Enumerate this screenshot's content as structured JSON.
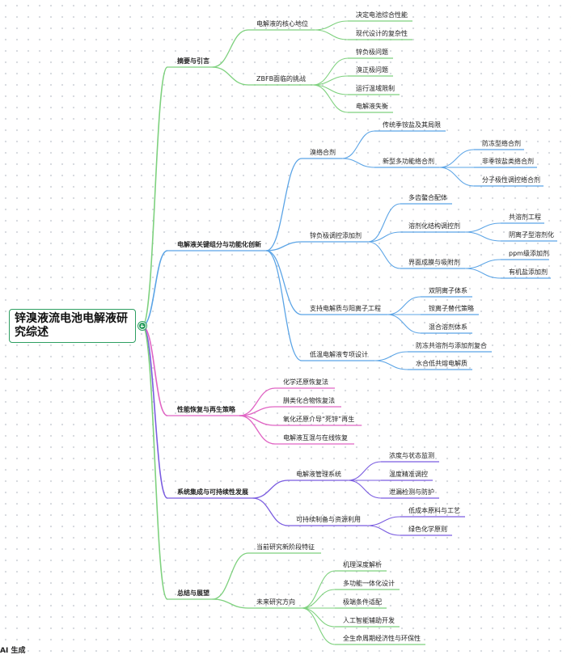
{
  "root": {
    "title": "锌溴液流电池电解液研究综述"
  },
  "branches": [
    {
      "label": "摘要与引言",
      "color": "#7ed17e",
      "children": [
        {
          "label": "电解液的核心地位",
          "children": [
            {
              "label": "决定电池综合性能"
            },
            {
              "label": "现代设计的复杂性"
            }
          ]
        },
        {
          "label": "ZBFB面临的挑战",
          "children": [
            {
              "label": "锌负极问题"
            },
            {
              "label": "溴正极问题"
            },
            {
              "label": "运行温域限制"
            },
            {
              "label": "电解液失衡"
            }
          ]
        }
      ]
    },
    {
      "label": "电解液关键组分与功能化创新",
      "color": "#5ba4e6",
      "children": [
        {
          "label": "溴络合剂",
          "children": [
            {
              "label": "传统季铵盐及其局限"
            },
            {
              "label": "新型多功能络合剂",
              "children": [
                {
                  "label": "防冻型络合剂"
                },
                {
                  "label": "非季铵盐类络合剂"
                },
                {
                  "label": "分子极性调控络合剂"
                }
              ]
            }
          ]
        },
        {
          "label": "锌负极调控添加剂",
          "children": [
            {
              "label": "多齿螯合配体"
            },
            {
              "label": "溶剂化结构调控剂",
              "children": [
                {
                  "label": "共溶剂工程"
                },
                {
                  "label": "阴离子型溶剂化"
                }
              ]
            },
            {
              "label": "界面成膜与吸附剂",
              "children": [
                {
                  "label": "ppm级添加剂"
                },
                {
                  "label": "有机盐添加剂"
                }
              ]
            }
          ]
        },
        {
          "label": "支持电解质与阳离子工程",
          "children": [
            {
              "label": "双阴离子体系"
            },
            {
              "label": "铵离子替代策略"
            },
            {
              "label": "混合溶剂体系"
            }
          ]
        },
        {
          "label": "低温电解液专项设计",
          "children": [
            {
              "label": "防冻共溶剂与添加剂复合"
            },
            {
              "label": "水合低共熔电解质"
            }
          ]
        }
      ]
    },
    {
      "label": "性能恢复与再生策略",
      "color": "#e064c4",
      "children": [
        {
          "label": "化学还原恢复法"
        },
        {
          "label": "肼类化合物恢复法"
        },
        {
          "label": "氧化还原介导“死锌”再生"
        },
        {
          "label": "电解液互混与在线恢复"
        }
      ]
    },
    {
      "label": "系统集成与可持续性发展",
      "color": "#7a5ce0",
      "children": [
        {
          "label": "电解液管理系统",
          "children": [
            {
              "label": "浓度与状态监测"
            },
            {
              "label": "温度精准调控"
            },
            {
              "label": "泄漏检测与防护"
            }
          ]
        },
        {
          "label": "可持续制备与资源利用",
          "children": [
            {
              "label": "低成本原料与工艺"
            },
            {
              "label": "绿色化学原则"
            }
          ]
        }
      ]
    },
    {
      "label": "总结与展望",
      "color": "#7ed17e",
      "children": [
        {
          "label": "当前研究新阶段特征"
        },
        {
          "label": "未来研究方向",
          "children": [
            {
              "label": "机理深度解析"
            },
            {
              "label": "多功能一体化设计"
            },
            {
              "label": "极端条件适配"
            },
            {
              "label": "人工智能辅助开发"
            },
            {
              "label": "全生命周期经济性与环保性"
            }
          ]
        }
      ]
    }
  ],
  "footer": {
    "text": "AI 生成"
  }
}
